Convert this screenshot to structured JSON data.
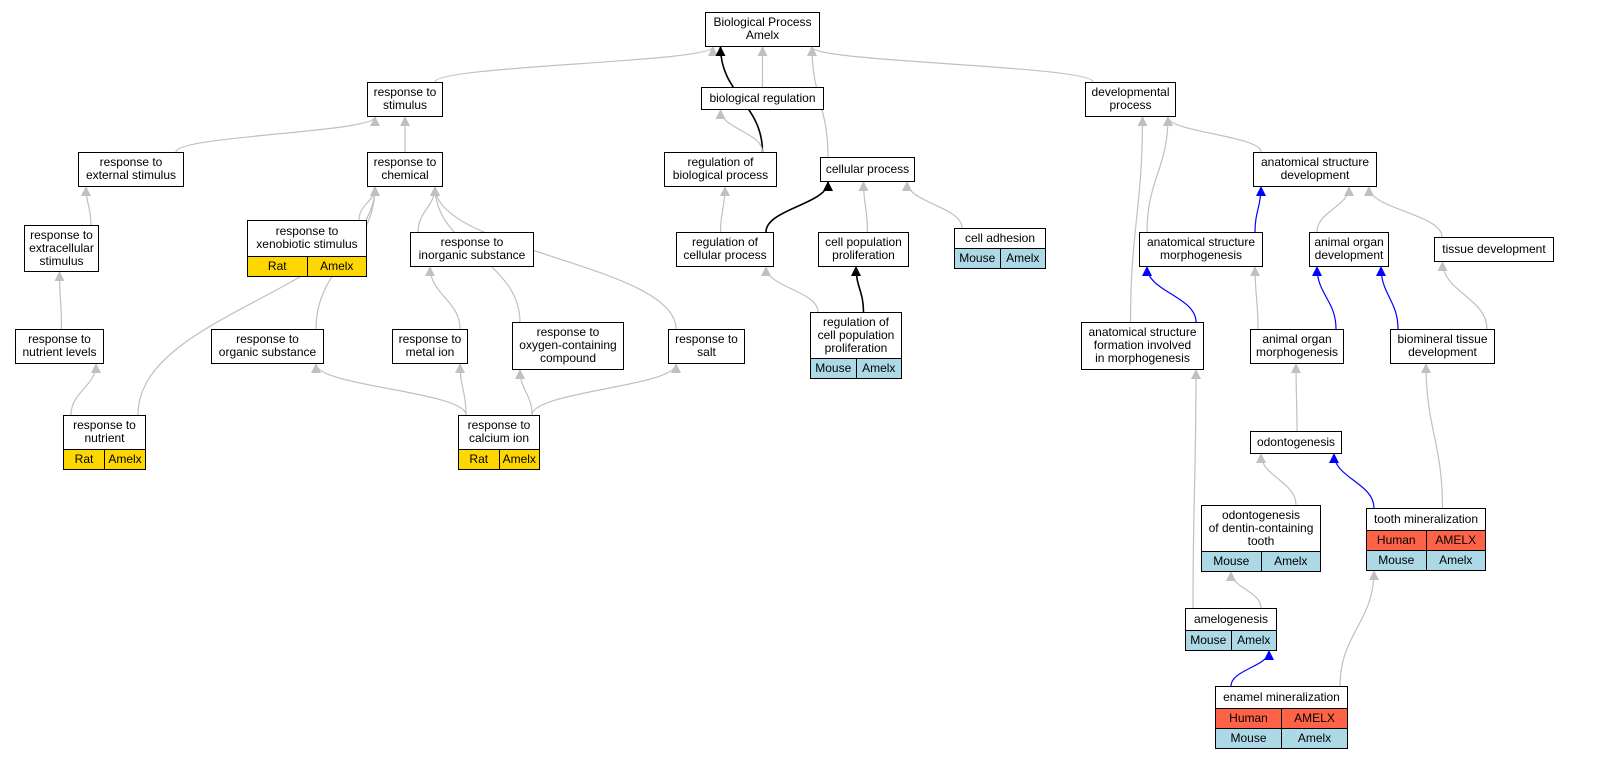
{
  "nodes": {
    "bp": {
      "label": "Biological Process\nAmelx"
    },
    "biological_regulation": {
      "label": "biological regulation"
    },
    "response_to_stimulus": {
      "label": "response to\nstimulus"
    },
    "developmental_process": {
      "label": "developmental\nprocess"
    },
    "response_to_external_stimulus": {
      "label": "response to\nexternal stimulus"
    },
    "response_to_chemical": {
      "label": "response to\nchemical"
    },
    "regulation_of_biological_process": {
      "label": "regulation of\nbiological process"
    },
    "cellular_process": {
      "label": "cellular process"
    },
    "anatomical_structure_development": {
      "label": "anatomical structure\ndevelopment"
    },
    "response_to_extracellular_stimulus": {
      "label": "response to\nextracellular\nstimulus"
    },
    "response_to_xenobiotic_stimulus": {
      "label": "response to\nxenobiotic stimulus",
      "rows": [
        {
          "type": "rat",
          "species": "Rat",
          "gene": "Amelx"
        }
      ]
    },
    "response_to_inorganic_substance": {
      "label": "response to\ninorganic substance"
    },
    "regulation_of_cellular_process": {
      "label": "regulation of\ncellular process"
    },
    "cell_population_proliferation": {
      "label": "cell population\nproliferation"
    },
    "cell_adhesion": {
      "label": "cell adhesion",
      "rows": [
        {
          "type": "mouse",
          "species": "Mouse",
          "gene": "Amelx"
        }
      ]
    },
    "anatomical_structure_morphogenesis": {
      "label": "anatomical structure\nmorphogenesis"
    },
    "animal_organ_development": {
      "label": "animal organ\ndevelopment"
    },
    "tissue_development": {
      "label": "tissue development"
    },
    "response_to_nutrient_levels": {
      "label": "response to\nnutrient levels"
    },
    "response_to_organic_substance": {
      "label": "response to\norganic substance"
    },
    "response_to_metal_ion": {
      "label": "response to\nmetal ion"
    },
    "response_to_oxygen_containing_compound": {
      "label": "response to\noxygen-containing\ncompound"
    },
    "response_to_salt": {
      "label": "response to\nsalt"
    },
    "regulation_of_cell_population_proliferation": {
      "label": "regulation of\ncell population\nproliferation",
      "rows": [
        {
          "type": "mouse",
          "species": "Mouse",
          "gene": "Amelx"
        }
      ]
    },
    "anatomical_structure_formation": {
      "label": "anatomical structure\nformation involved\nin morphogenesis"
    },
    "animal_organ_morphogenesis": {
      "label": "animal organ\nmorphogenesis"
    },
    "biomineral_tissue_development": {
      "label": "biomineral tissue\ndevelopment"
    },
    "response_to_nutrient": {
      "label": "response to\nnutrient",
      "rows": [
        {
          "type": "rat",
          "species": "Rat",
          "gene": "Amelx"
        }
      ]
    },
    "response_to_calcium_ion": {
      "label": "response to\ncalcium ion",
      "rows": [
        {
          "type": "rat",
          "species": "Rat",
          "gene": "Amelx"
        }
      ]
    },
    "odontogenesis": {
      "label": "odontogenesis"
    },
    "tooth_mineralization": {
      "label": "tooth mineralization",
      "rows": [
        {
          "type": "human",
          "species": "Human",
          "gene": "AMELX"
        },
        {
          "type": "mouse",
          "species": "Mouse",
          "gene": "Amelx"
        }
      ]
    },
    "odontogenesis_dentin": {
      "label": "odontogenesis\nof dentin-containing\ntooth",
      "rows": [
        {
          "type": "mouse",
          "species": "Mouse",
          "gene": "Amelx"
        }
      ]
    },
    "amelogenesis": {
      "label": "amelogenesis",
      "rows": [
        {
          "type": "mouse",
          "species": "Mouse",
          "gene": "Amelx"
        }
      ]
    },
    "enamel_mineralization": {
      "label": "enamel mineralization",
      "rows": [
        {
          "type": "human",
          "species": "Human",
          "gene": "AMELX"
        },
        {
          "type": "mouse",
          "species": "Mouse",
          "gene": "Amelx"
        }
      ]
    }
  },
  "edge_colors": {
    "is_a": "#c0c0c0",
    "part_of": "#0000ff",
    "regulates": "#000000"
  },
  "row_colors": {
    "human": "#ff6347",
    "mouse": "#add8e6",
    "rat": "#ffd700"
  },
  "edges": [
    {
      "from": "biological_regulation",
      "to": "bp",
      "type": "is_a"
    },
    {
      "from": "response_to_stimulus",
      "to": "bp",
      "type": "is_a"
    },
    {
      "from": "developmental_process",
      "to": "bp",
      "type": "is_a"
    },
    {
      "from": "cellular_process",
      "to": "bp",
      "type": "is_a"
    },
    {
      "from": "regulation_of_biological_process",
      "to": "bp",
      "type": "regulates"
    },
    {
      "from": "regulation_of_biological_process",
      "to": "biological_regulation",
      "type": "is_a"
    },
    {
      "from": "response_to_external_stimulus",
      "to": "response_to_stimulus",
      "type": "is_a"
    },
    {
      "from": "response_to_chemical",
      "to": "response_to_stimulus",
      "type": "is_a"
    },
    {
      "from": "response_to_extracellular_stimulus",
      "to": "response_to_external_stimulus",
      "type": "is_a"
    },
    {
      "from": "response_to_nutrient_levels",
      "to": "response_to_extracellular_stimulus",
      "type": "is_a"
    },
    {
      "from": "response_to_nutrient",
      "to": "response_to_nutrient_levels",
      "type": "is_a"
    },
    {
      "from": "response_to_nutrient",
      "to": "response_to_chemical",
      "type": "is_a"
    },
    {
      "from": "response_to_xenobiotic_stimulus",
      "to": "response_to_chemical",
      "type": "is_a"
    },
    {
      "from": "response_to_inorganic_substance",
      "to": "response_to_chemical",
      "type": "is_a"
    },
    {
      "from": "response_to_organic_substance",
      "to": "response_to_chemical",
      "type": "is_a"
    },
    {
      "from": "response_to_oxygen_containing_compound",
      "to": "response_to_chemical",
      "type": "is_a"
    },
    {
      "from": "response_to_salt",
      "to": "response_to_chemical",
      "type": "is_a"
    },
    {
      "from": "response_to_metal_ion",
      "to": "response_to_inorganic_substance",
      "type": "is_a"
    },
    {
      "from": "response_to_calcium_ion",
      "to": "response_to_organic_substance",
      "type": "is_a"
    },
    {
      "from": "response_to_calcium_ion",
      "to": "response_to_metal_ion",
      "type": "is_a"
    },
    {
      "from": "response_to_calcium_ion",
      "to": "response_to_oxygen_containing_compound",
      "type": "is_a"
    },
    {
      "from": "response_to_calcium_ion",
      "to": "response_to_salt",
      "type": "is_a"
    },
    {
      "from": "regulation_of_cellular_process",
      "to": "regulation_of_biological_process",
      "type": "is_a"
    },
    {
      "from": "regulation_of_cellular_process",
      "to": "cellular_process",
      "type": "regulates"
    },
    {
      "from": "cell_population_proliferation",
      "to": "cellular_process",
      "type": "is_a"
    },
    {
      "from": "cell_adhesion",
      "to": "cellular_process",
      "type": "is_a"
    },
    {
      "from": "regulation_of_cell_population_proliferation",
      "to": "regulation_of_cellular_process",
      "type": "is_a"
    },
    {
      "from": "regulation_of_cell_population_proliferation",
      "to": "cell_population_proliferation",
      "type": "regulates"
    },
    {
      "from": "anatomical_structure_development",
      "to": "developmental_process",
      "type": "is_a"
    },
    {
      "from": "anatomical_structure_morphogenesis",
      "to": "developmental_process",
      "type": "is_a"
    },
    {
      "from": "anatomical_structure_formation",
      "to": "developmental_process",
      "type": "is_a"
    },
    {
      "from": "anatomical_structure_morphogenesis",
      "to": "anatomical_structure_development",
      "type": "part_of"
    },
    {
      "from": "animal_organ_development",
      "to": "anatomical_structure_development",
      "type": "is_a"
    },
    {
      "from": "tissue_development",
      "to": "anatomical_structure_development",
      "type": "is_a"
    },
    {
      "from": "anatomical_structure_formation",
      "to": "anatomical_structure_morphogenesis",
      "type": "part_of"
    },
    {
      "from": "animal_organ_morphogenesis",
      "to": "anatomical_structure_morphogenesis",
      "type": "is_a"
    },
    {
      "from": "animal_organ_morphogenesis",
      "to": "animal_organ_development",
      "type": "part_of"
    },
    {
      "from": "biomineral_tissue_development",
      "to": "animal_organ_development",
      "type": "part_of"
    },
    {
      "from": "biomineral_tissue_development",
      "to": "tissue_development",
      "type": "is_a"
    },
    {
      "from": "odontogenesis",
      "to": "animal_organ_morphogenesis",
      "type": "is_a"
    },
    {
      "from": "odontogenesis_dentin",
      "to": "odontogenesis",
      "type": "is_a"
    },
    {
      "from": "tooth_mineralization",
      "to": "odontogenesis",
      "type": "part_of"
    },
    {
      "from": "tooth_mineralization",
      "to": "biomineral_tissue_development",
      "type": "is_a"
    },
    {
      "from": "amelogenesis",
      "to": "odontogenesis_dentin",
      "type": "is_a"
    },
    {
      "from": "amelogenesis",
      "to": "anatomical_structure_formation",
      "type": "is_a"
    },
    {
      "from": "enamel_mineralization",
      "to": "amelogenesis",
      "type": "part_of"
    },
    {
      "from": "enamel_mineralization",
      "to": "tooth_mineralization",
      "type": "is_a"
    }
  ]
}
